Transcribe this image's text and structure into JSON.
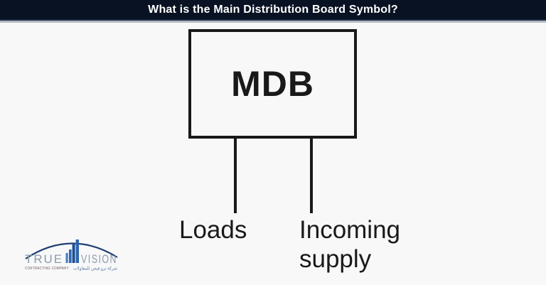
{
  "header": {
    "title": "What is the Main Distribution Board Symbol?",
    "bg_color": "#081222",
    "text_color": "#ffffff"
  },
  "diagram": {
    "box_label": "MDB",
    "labels": {
      "left": "Loads",
      "right": "Incoming supply"
    },
    "line_color": "#191919"
  },
  "logo": {
    "brand_first": "TRUE",
    "brand_second": "VISION",
    "tagline_en": "CONTRACTING COMPANY",
    "tagline_ar": "شركة ترو فيجن للمقاولات",
    "colors": {
      "arc": "#1f3f72",
      "letters": "#8c9aab",
      "building_light": "#4a7fc1",
      "building_mid": "#2e66ad",
      "building_dark": "#1d4f96",
      "tagline_en": "#6b5a55",
      "tagline_ar": "#5c7a9e"
    }
  }
}
